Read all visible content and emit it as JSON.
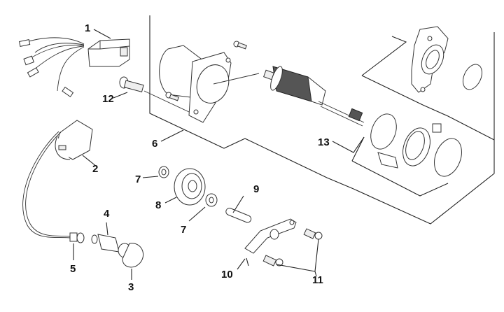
{
  "diagram": {
    "type": "exploded-parts-diagram",
    "subject": "Starter motor and ignition parts",
    "callouts": [
      {
        "id": "1",
        "label": "1",
        "part": "cdi-unit"
      },
      {
        "id": "2",
        "label": "2",
        "part": "ignition-coil"
      },
      {
        "id": "3",
        "label": "3",
        "part": "spark-plug-cap"
      },
      {
        "id": "4",
        "label": "4",
        "part": "plug-cap-sleeve"
      },
      {
        "id": "5",
        "label": "5",
        "part": "hv-lead-end"
      },
      {
        "id": "6",
        "label": "6",
        "part": "starter-motor-assembly"
      },
      {
        "id": "7a",
        "label": "7",
        "part": "washer"
      },
      {
        "id": "7b",
        "label": "7",
        "part": "washer"
      },
      {
        "id": "8",
        "label": "8",
        "part": "idler-gear"
      },
      {
        "id": "9",
        "label": "9",
        "part": "pin"
      },
      {
        "id": "10",
        "label": "10",
        "part": "bracket"
      },
      {
        "id": "11",
        "label": "11",
        "part": "bolt"
      },
      {
        "id": "12",
        "label": "12",
        "part": "bolt"
      },
      {
        "id": "13",
        "label": "13",
        "part": "brush-holder-set"
      }
    ]
  }
}
